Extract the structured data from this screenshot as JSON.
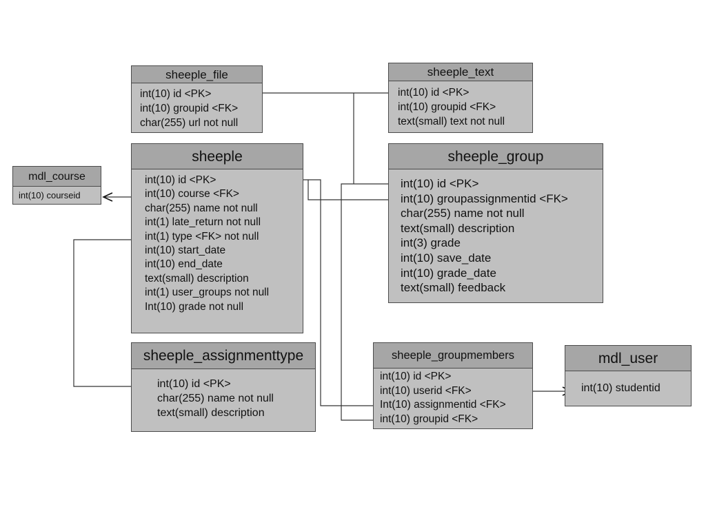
{
  "diagram": {
    "entities": {
      "sheeple_file": {
        "title": "sheeple_file",
        "fields": [
          "int(10) id <PK>",
          "int(10) groupid <FK>",
          "char(255) url not null"
        ]
      },
      "sheeple_text": {
        "title": "sheeple_text",
        "fields": [
          "int(10) id <PK>",
          "int(10) groupid <FK>",
          "text(small) text not null"
        ]
      },
      "mdl_course": {
        "title": "mdl_course",
        "fields": [
          "int(10) courseid"
        ]
      },
      "sheeple": {
        "title": "sheeple",
        "fields": [
          "int(10) id <PK>",
          "int(10) course <FK>",
          "char(255) name not null",
          "int(1) late_return not null",
          "int(1) type <FK> not null",
          "int(10) start_date",
          "int(10) end_date",
          "text(small) description",
          "int(1) user_groups not null",
          "Int(10) grade not null"
        ]
      },
      "sheeple_group": {
        "title": "sheeple_group",
        "fields": [
          "int(10) id <PK>",
          "int(10) groupassignmentid <FK>",
          "char(255) name not null",
          "text(small) description",
          "int(3) grade",
          "int(10) save_date",
          "int(10) grade_date",
          "text(small) feedback"
        ]
      },
      "sheeple_assignmenttype": {
        "title": "sheeple_assignmenttype",
        "fields": [
          "int(10) id <PK>",
          "char(255) name not null",
          "text(small) description"
        ]
      },
      "sheeple_groupmembers": {
        "title": "sheeple_groupmembers",
        "fields": [
          "int(10) id <PK>",
          "int(10) userid <FK>",
          "Int(10) assignmentid <FK>",
          "int(10) groupid <FK>"
        ]
      },
      "mdl_user": {
        "title": "mdl_user",
        "fields": [
          "int(10) studentid"
        ]
      }
    }
  },
  "colors": {
    "entity_fill": "#c0c0c0",
    "header_fill": "#a6a6a6",
    "border": "#4a4a4a",
    "line": "#333333"
  }
}
